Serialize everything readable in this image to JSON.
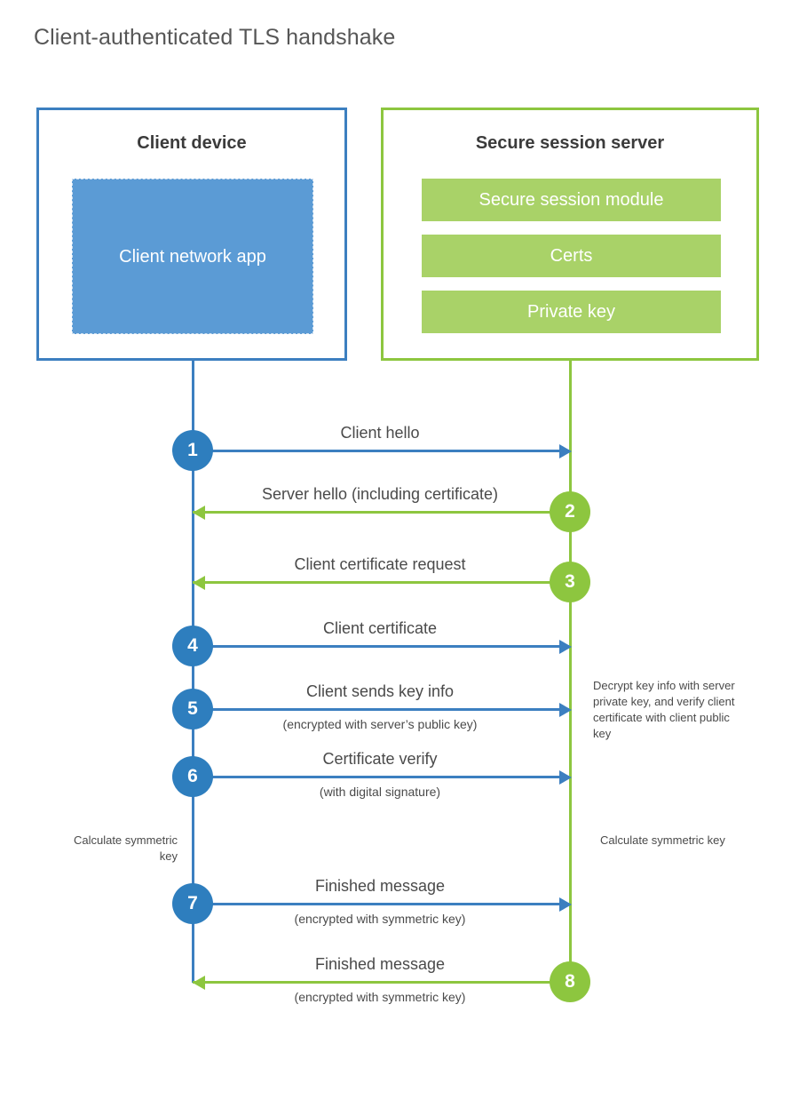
{
  "title": "Client-authenticated TLS handshake",
  "colors": {
    "client_blue": "#3C7FC0",
    "client_circle_blue": "#2E7EBE",
    "client_app_fill": "#5B9BD5",
    "server_green": "#8DC63F",
    "server_bar_fill": "#A9D268",
    "text_dark": "#3B3B3B",
    "text_body": "#4A4A4A",
    "title_gray": "#565656",
    "background": "#FFFFFF"
  },
  "client": {
    "title": "Client device",
    "app_label": "Client network app"
  },
  "server": {
    "title": "Secure session server",
    "bars": [
      "Secure session module",
      "Certs",
      "Private key"
    ]
  },
  "messages": [
    {
      "step": "1",
      "label": "Client hello",
      "sublabel": "",
      "direction": "to-server",
      "origin": "client"
    },
    {
      "step": "2",
      "label": "Server hello (including certificate)",
      "sublabel": "",
      "direction": "to-client",
      "origin": "server"
    },
    {
      "step": "3",
      "label": "Client certificate request",
      "sublabel": "",
      "direction": "to-client",
      "origin": "server"
    },
    {
      "step": "4",
      "label": "Client certificate",
      "sublabel": "",
      "direction": "to-server",
      "origin": "client"
    },
    {
      "step": "5",
      "label": "Client sends key info",
      "sublabel": "(encrypted with server’s public key)",
      "direction": "to-server",
      "origin": "client"
    },
    {
      "step": "6",
      "label": "Certificate verify",
      "sublabel": "(with digital signature)",
      "direction": "to-server",
      "origin": "client"
    },
    {
      "step": "7",
      "label": "Finished message",
      "sublabel": "(encrypted with symmetric key)",
      "direction": "to-server",
      "origin": "client"
    },
    {
      "step": "8",
      "label": "Finished message",
      "sublabel": "(encrypted with symmetric key)",
      "direction": "to-client",
      "origin": "server"
    }
  ],
  "annotations": {
    "decrypt_note": "Decrypt key info with server private key, and verify client certificate with client public key",
    "calculate_key_client": "Calculate symmetric key",
    "calculate_key_server": "Calculate symmetric key"
  }
}
